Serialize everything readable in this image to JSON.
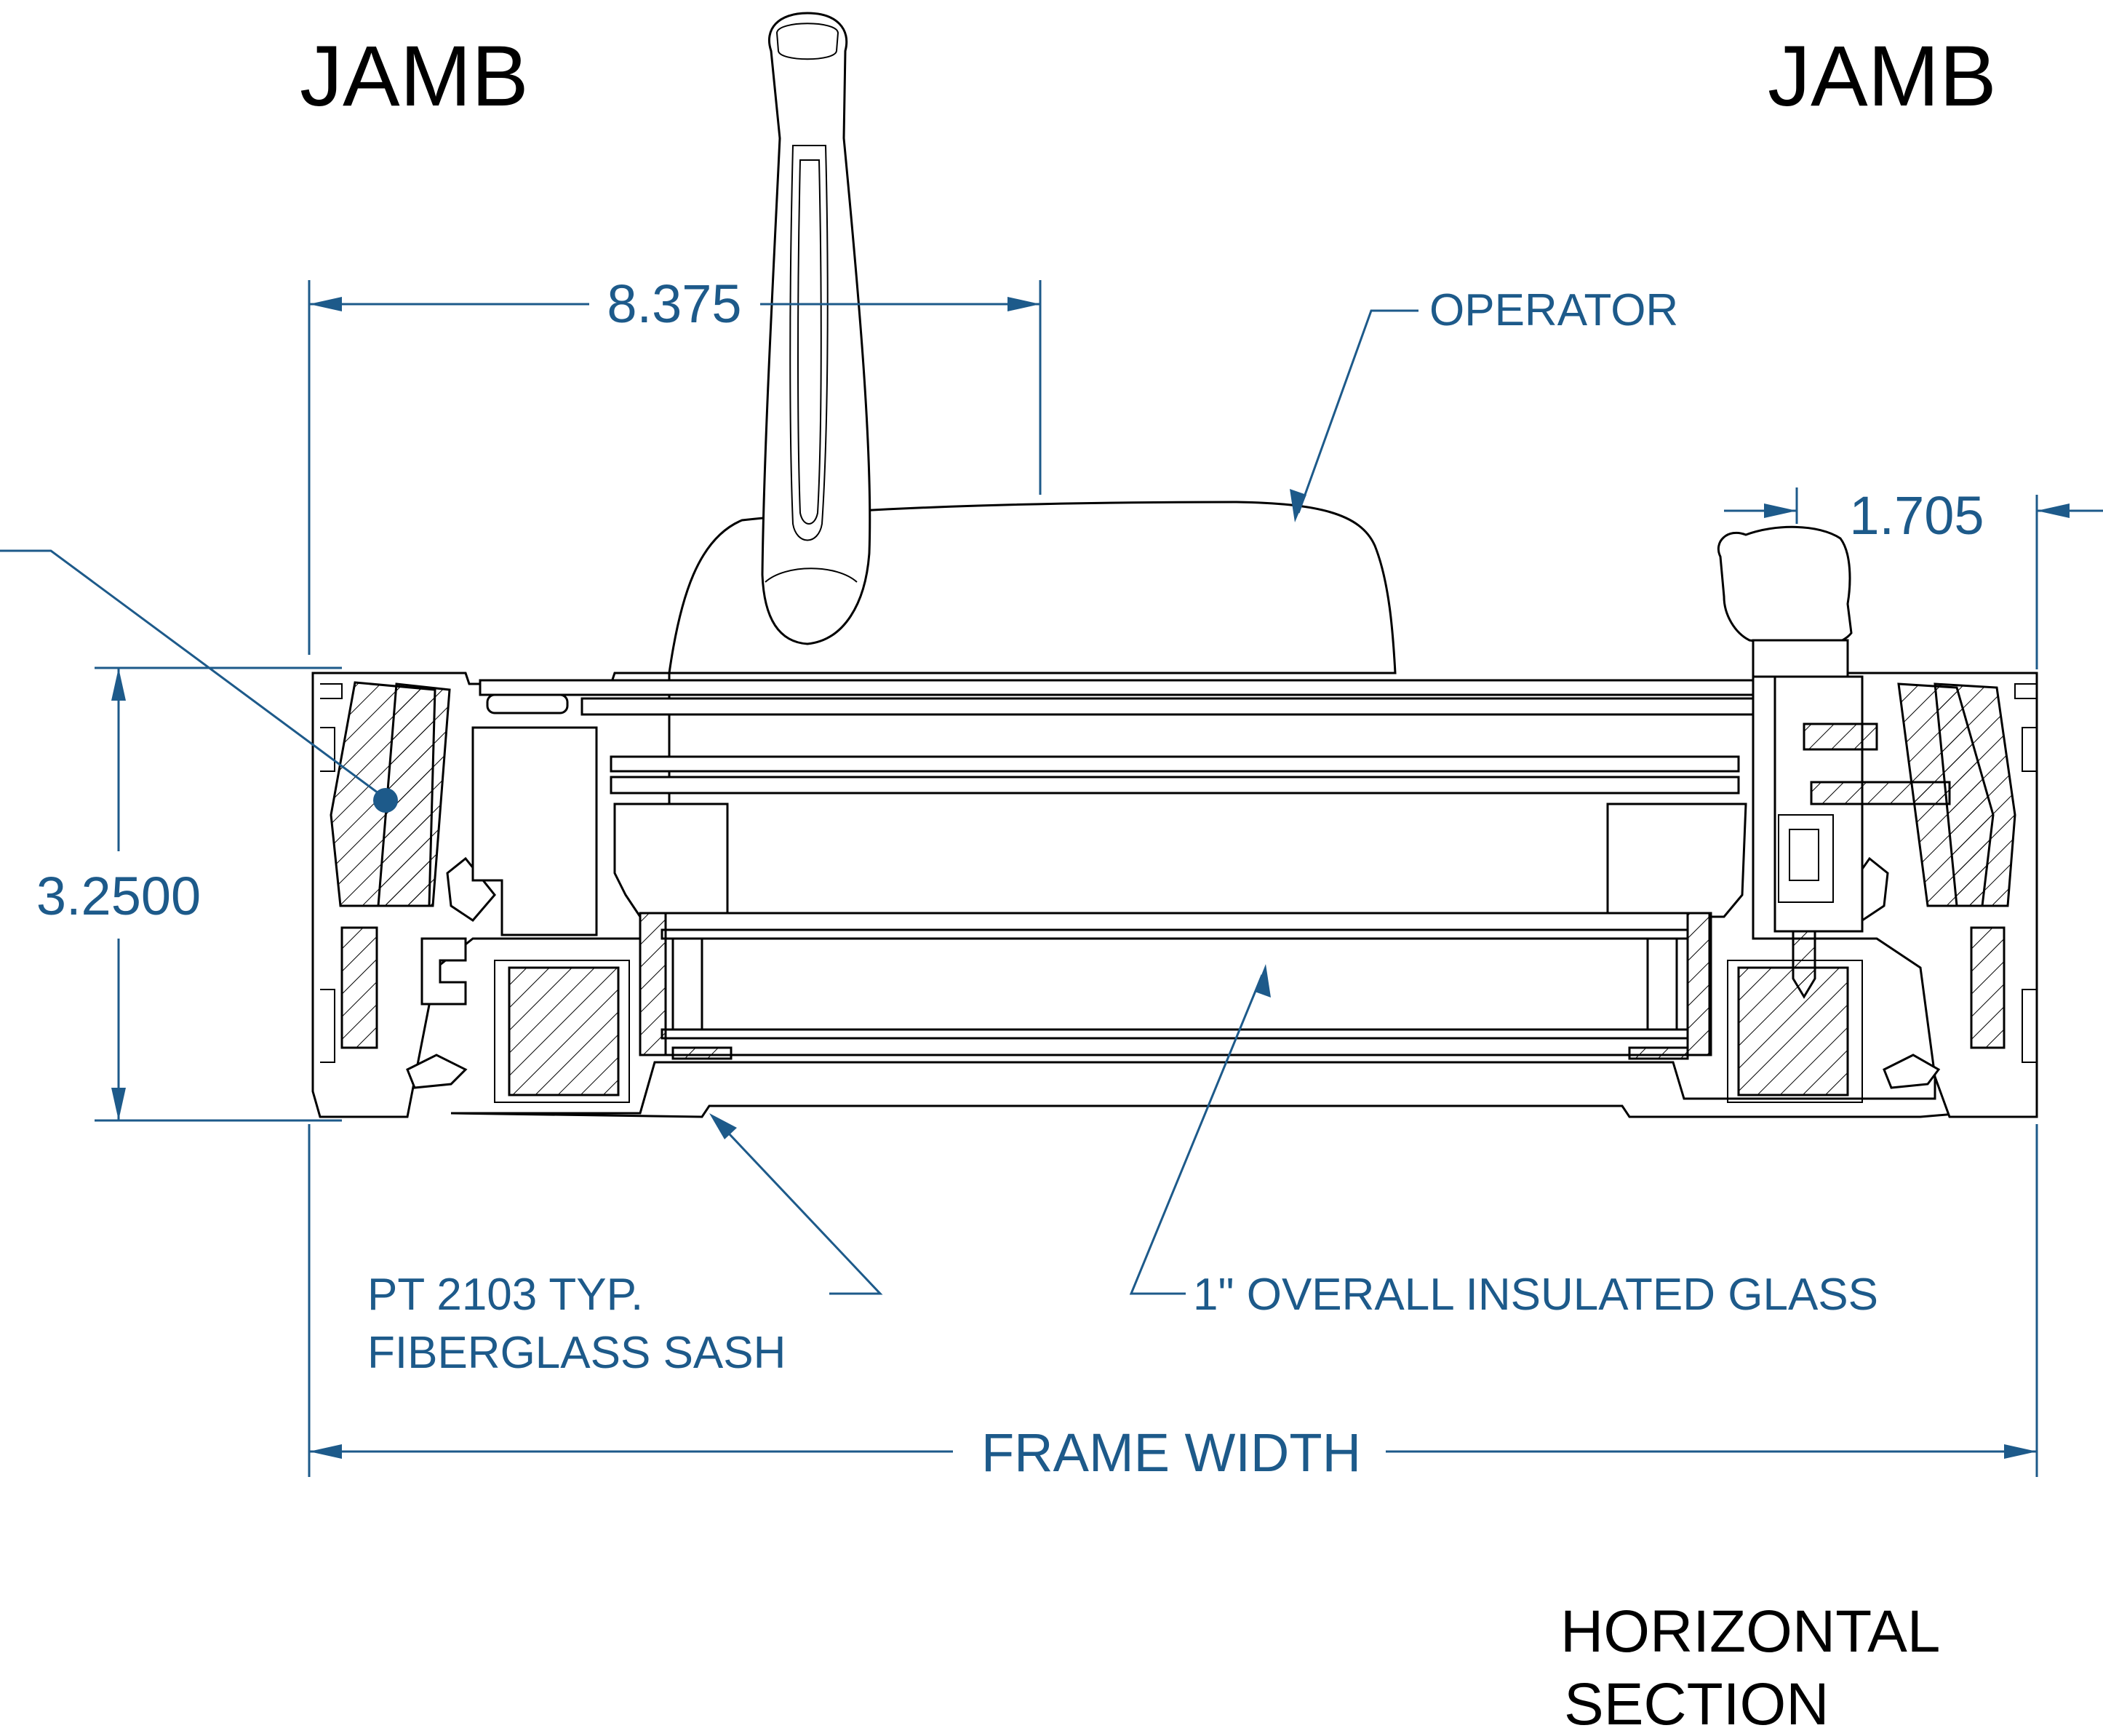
{
  "labels": {
    "jamb_left": "JAMB",
    "jamb_right": "JAMB",
    "operator": "OPERATOR",
    "pt2103_line1": "PT 2103 TYP.",
    "pt2103_line2": "FIBERGLASS SASH",
    "insulated_glass": "1\" OVERALL INSULATED GLASS",
    "frame_width": "FRAME WIDTH",
    "section_line1": "HORIZONTAL",
    "section_line2": "SECTION"
  },
  "dimensions": {
    "handle_offset": "8.375",
    "right_offset": "1.705",
    "frame_depth": "3.2500"
  },
  "colors": {
    "annotation": "#1d5a8a",
    "linework": "#000000",
    "background": "#ffffff"
  }
}
